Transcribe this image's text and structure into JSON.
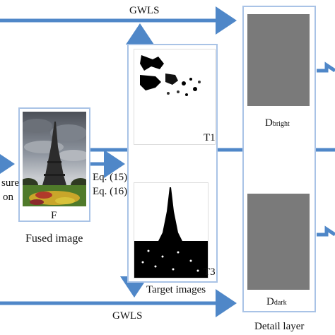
{
  "labels": {
    "gwls_top": "GWLS",
    "gwls_bottom": "GWLS",
    "t1": "T1",
    "t3": "T3",
    "f": "F",
    "fused_image": "Fused image",
    "target_images": "Target images",
    "detail_layer": "Detail layer",
    "eq15": "Eq. (15)",
    "eq16": "Eq. (16)",
    "left_partial_1": "sure",
    "left_partial_2": "on",
    "d_bright_main": "D",
    "d_bright_sub": "bright",
    "d_dark_main": "D",
    "d_dark_sub": "dark"
  },
  "colors": {
    "arrow": "#4f87c8",
    "box_border": "#a9c3e6",
    "detail_gray": "#7a7a7a"
  }
}
